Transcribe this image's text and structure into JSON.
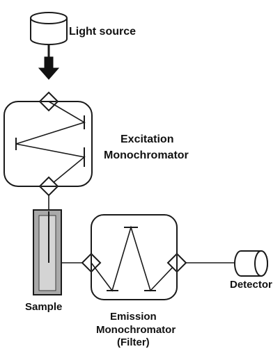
{
  "labels": {
    "light_source": "Light source",
    "excitation_line1": "Excitation",
    "excitation_line2": "Monochromator",
    "sample": "Sample",
    "emission_line1": "Emission",
    "emission_line2": "Monochromator",
    "emission_line3": "(Filter)",
    "detector": "Detector"
  },
  "colors": {
    "stroke": "#1a1a1a",
    "sample_fill": "#a9a9a9",
    "sample_inner": "#d4d4d4"
  }
}
